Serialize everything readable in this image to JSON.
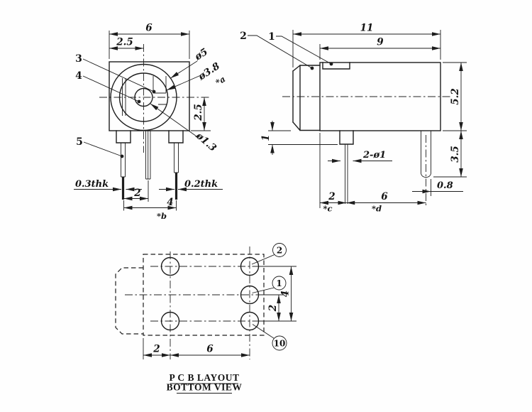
{
  "titles": {
    "line1": "P C B LAYOUT",
    "line2": "BOTTOM VIEW"
  },
  "front": {
    "ref3": "3",
    "ref4": "4",
    "ref5": "5",
    "dim_width": "6",
    "dim_center_offset": "2.5",
    "dim_center_height": "2.5",
    "dia_outer": "ø5",
    "dia_ring": "ø3.8",
    "dia_pin": "ø1.3",
    "note_a": "*a",
    "note_b": "*b",
    "thk_left": "0.3thk",
    "thk_right": "0.2thk",
    "dim_pin_gap": "2",
    "dim_pin_span": "4"
  },
  "side": {
    "ref1": "1",
    "ref2": "2",
    "dim_overall": "11",
    "dim_body": "9",
    "dim_height": "5.2",
    "dim_pin_length": "3.5",
    "dim_flange": "1",
    "pin_callout": "2-ø1",
    "dim_front_to_pin": "2",
    "dim_pin_pitch": "6",
    "dim_pin_width": "0.8",
    "note_c": "*c",
    "note_d": "*d"
  },
  "pcb": {
    "ref1": "1",
    "ref2": "2",
    "ref10": "10",
    "dim_edge_to_hole": "2",
    "dim_hole_pitch": "6",
    "dim_row_gap": "2",
    "dim_row_span": "4"
  }
}
